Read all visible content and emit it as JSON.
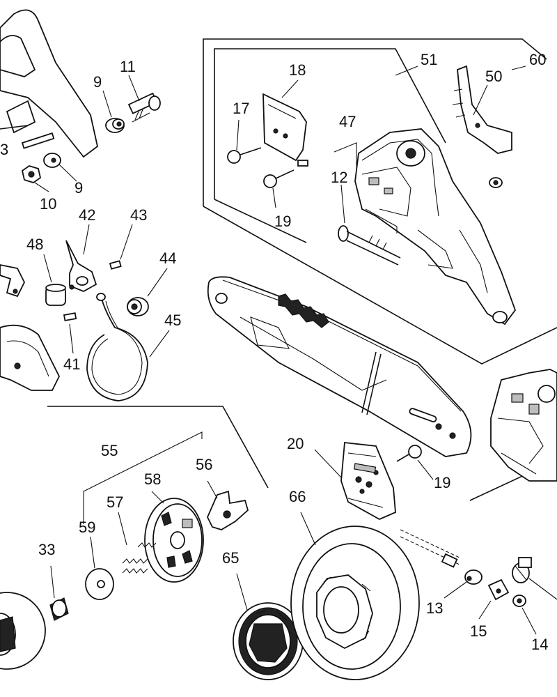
{
  "labels": [
    "9",
    "11",
    "9",
    "10",
    "42",
    "43",
    "48",
    "44",
    "45",
    "41",
    "18",
    "17",
    "51",
    "50",
    "60",
    "47",
    "12",
    "19",
    "20",
    "19",
    "55",
    "58",
    "56",
    "57",
    "59",
    "33",
    "65",
    "66",
    "13",
    "15",
    "14"
  ]
}
